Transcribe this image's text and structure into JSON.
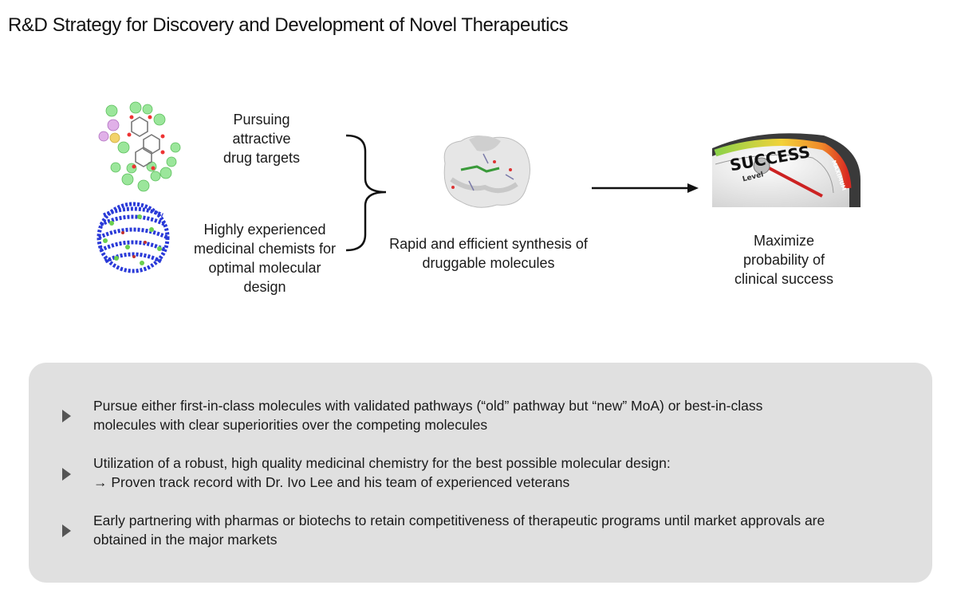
{
  "title": "R&D Strategy for Discovery and Development of Novel Therapeutics",
  "flow": {
    "input1": "Pursuing attractive drug targets",
    "input2": "Highly experienced medicinal chemists for optimal molecular design",
    "process": "Rapid and efficient synthesis of druggable molecules",
    "outcome": "Maximize probability of clinical success"
  },
  "gauge": {
    "word": "SUCCESS",
    "level": "Level",
    "max": "MAXIMUM"
  },
  "bullets": [
    {
      "line1": "Pursue either first-in-class molecules with validated pathways (“old” pathway but “new” MoA) or best-in-class",
      "line2": "molecules with clear superiorities over the competing molecules"
    },
    {
      "line1": "Utilization of a robust, high quality medicinal chemistry for the best possible molecular design:",
      "line2": "→ Proven track record with Dr. Ivo Lee and his team of experienced veterans"
    },
    {
      "line1": "Early partnering with pharmas or biotechs to retain competitiveness of therapeutic programs until market approvals are",
      "line2": "obtained in the major markets"
    }
  ]
}
